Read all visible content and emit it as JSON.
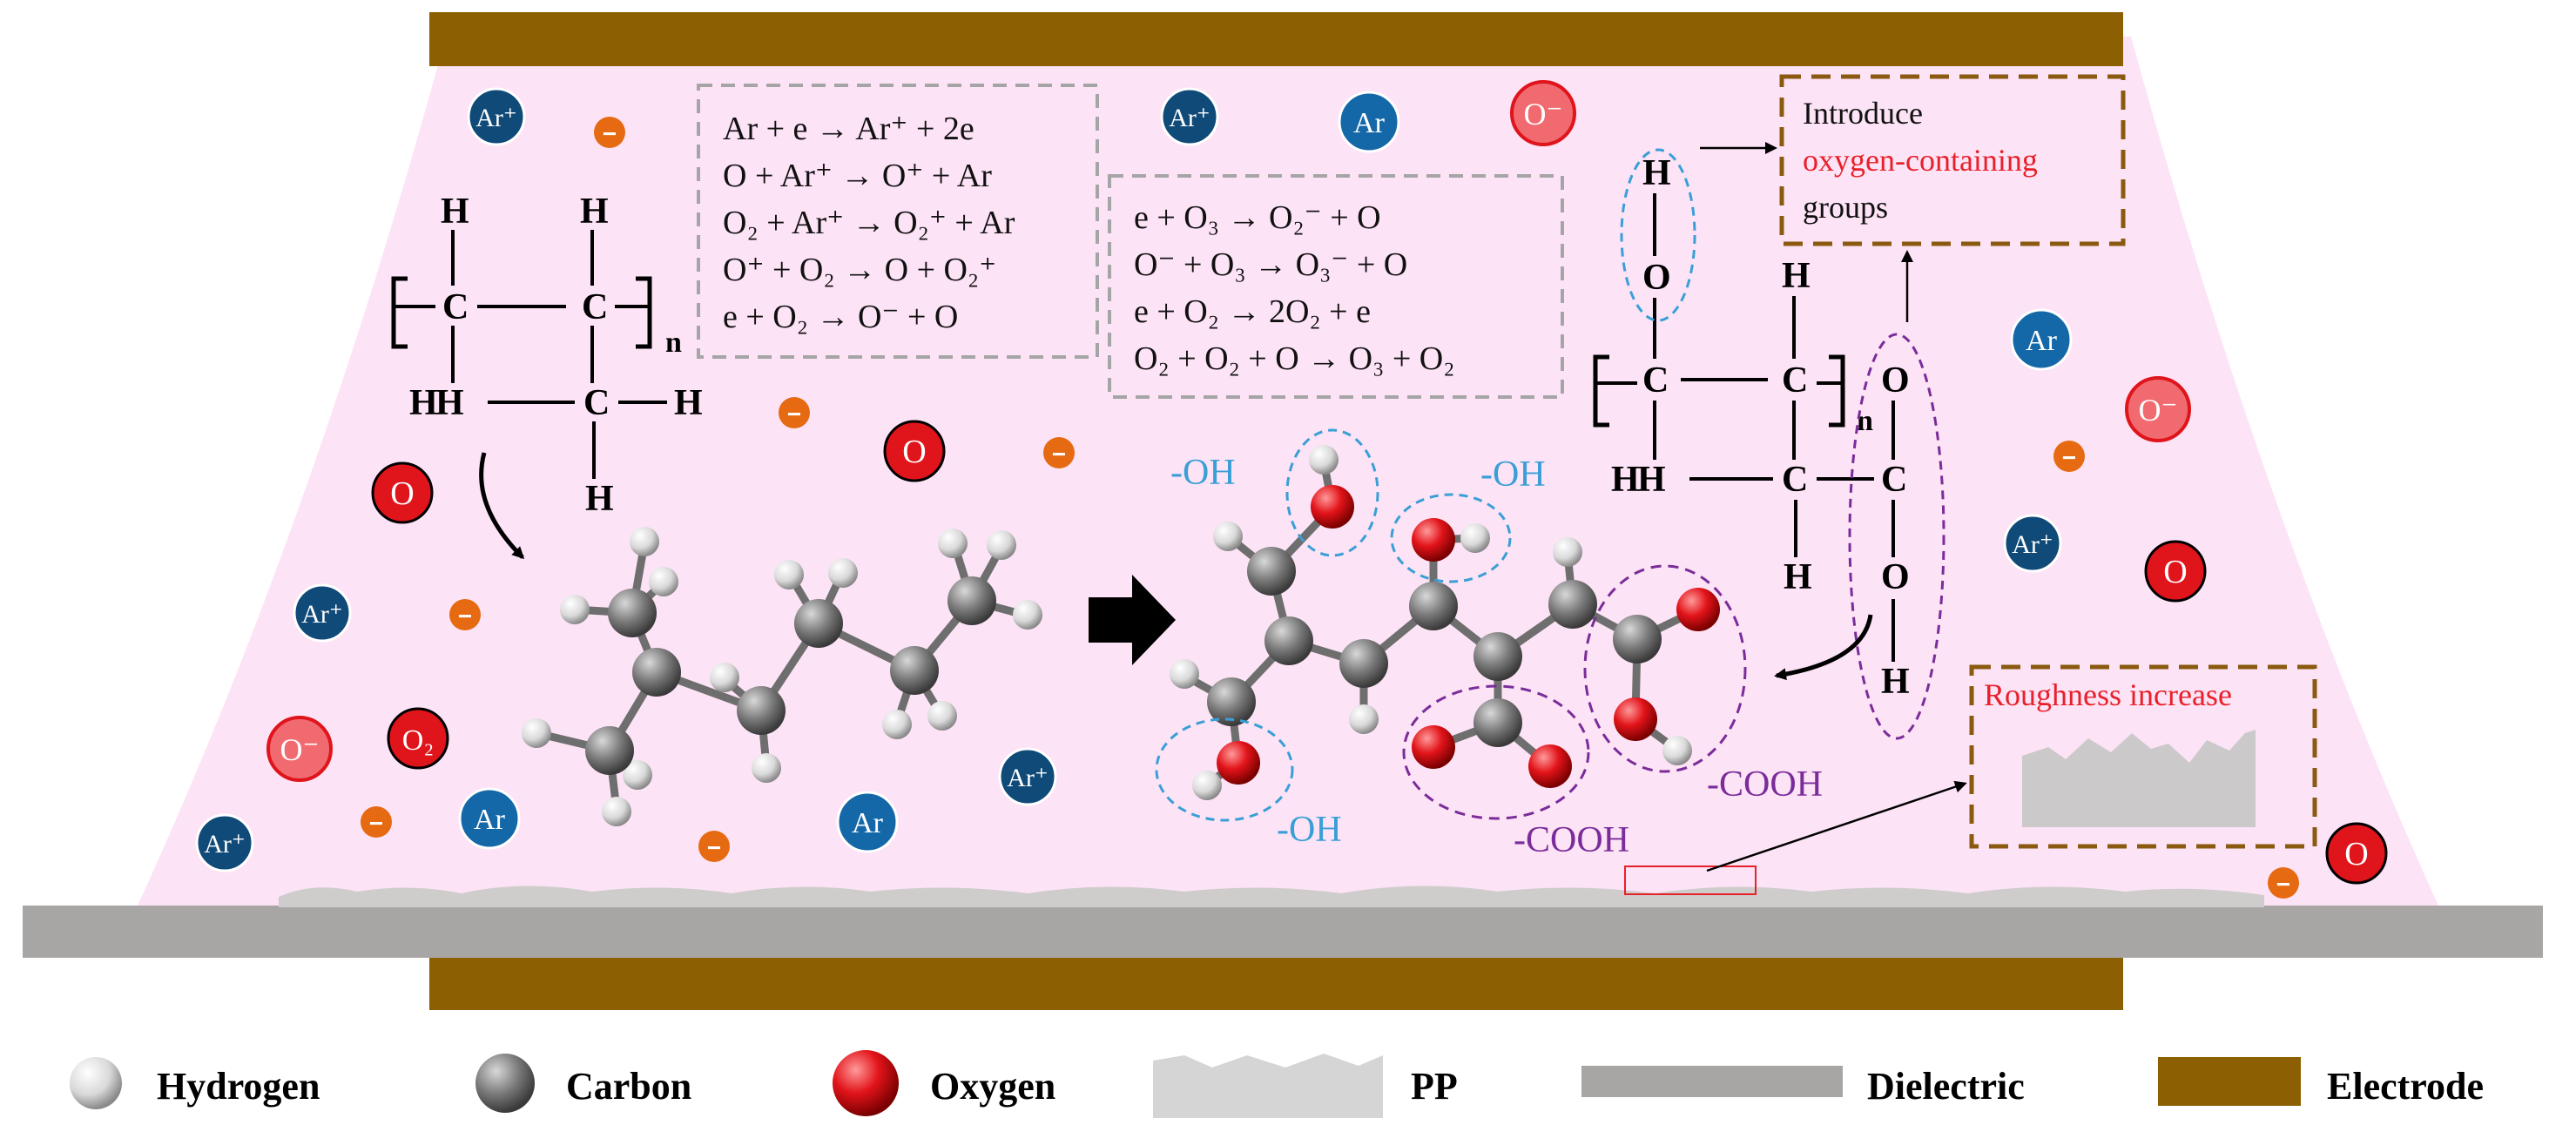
{
  "reactions_left": [
    "Ar + e → Ar⁺ + 2e",
    "O + Ar⁺ → O⁺ + Ar",
    "O₂ + Ar⁺ → O₂⁺ + Ar",
    "O⁺ + O₂ → O + O₂⁺",
    "e + O₂ → O⁻ + O"
  ],
  "reactions_mid": [
    "e + O₃ → O₂⁻ + O",
    "O⁻ + O₃ → O₃⁻ + O",
    "e + O₂ → 2O₂ + e",
    "O₂ + O₂ + O → O₃ + O₂"
  ],
  "callouts": {
    "introduce_line1": "Introduce",
    "introduce_line2": "oxygen-containing",
    "introduce_line3": "groups",
    "roughness": "Roughness increase"
  },
  "group_labels": {
    "oh_left_top": "-OH",
    "oh_right_top": "-OH",
    "oh_bottom": "-OH",
    "cooh_bottom": "-COOH",
    "cooh_right": "-COOH"
  },
  "species": {
    "ar_ion": "Ar⁺",
    "ar": "Ar",
    "o": "O",
    "o_minus": "O⁻",
    "o2": "O₂",
    "electron": "−"
  },
  "legend": {
    "hydrogen": "Hydrogen",
    "carbon": "Carbon",
    "oxygen": "Oxygen",
    "pp": "PP",
    "dielectric": "Dielectric",
    "electrode": "Electrode"
  },
  "structure_text": {
    "H": "H",
    "C": "C",
    "O": "O",
    "n": "n",
    "bracket_open": "[",
    "bracket_close": "]"
  },
  "colors": {
    "plasma": "#fde3f6",
    "electrode": "#8c5f03",
    "dielectric": "#a8a6a5",
    "ar_blue": "#1568a8",
    "ar_ion_navy": "#0f4a78",
    "oxygen_red": "#e0141b",
    "o_minus_pink": "#f06a70",
    "electron_orange": "#e66a12",
    "oh_label": "#3a9fd6",
    "cooh_label": "#7a2d9a",
    "dashed_box_gray": "#a5a5a5",
    "dashed_box_brown": "#8a5a10",
    "red_text": "#e8202a"
  }
}
